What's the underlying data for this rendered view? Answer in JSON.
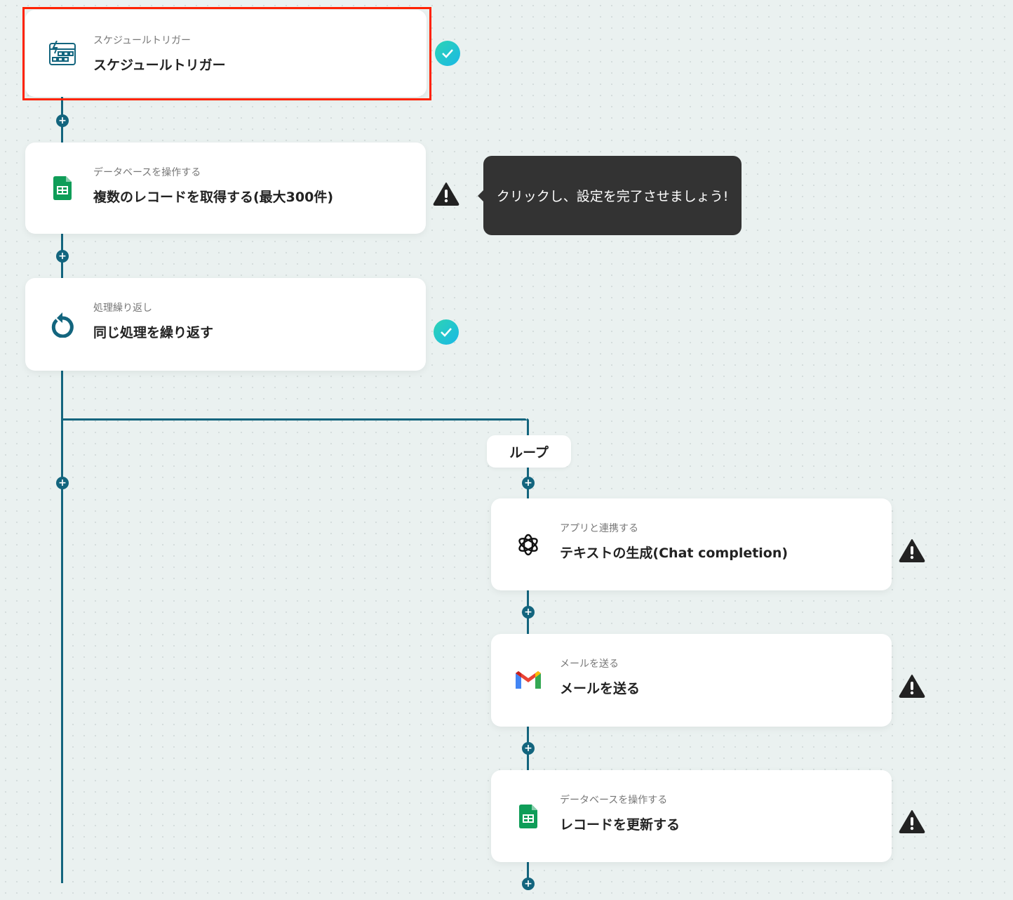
{
  "flow": {
    "steps": [
      {
        "subtitle": "スケジュールトリガー",
        "title": "スケジュールトリガー",
        "icon": "schedule-calendar-icon",
        "status": "complete"
      },
      {
        "subtitle": "データベースを操作する",
        "title": "複数のレコードを取得する(最大300件)",
        "icon": "google-sheets-icon",
        "status": "warning"
      },
      {
        "subtitle": "処理繰り返し",
        "title": "同じ処理を繰り返す",
        "icon": "loop-arrow-icon",
        "status": "complete"
      }
    ],
    "loop_label": "ループ",
    "loop_steps": [
      {
        "subtitle": "アプリと連携する",
        "title": "テキストの生成(Chat completion)",
        "icon": "openai-icon",
        "status": "warning"
      },
      {
        "subtitle": "メールを送る",
        "title": "メールを送る",
        "icon": "gmail-icon",
        "status": "warning"
      },
      {
        "subtitle": "データベースを操作する",
        "title": "レコードを更新する",
        "icon": "google-sheets-icon",
        "status": "warning"
      }
    ],
    "tooltip": "クリックし、設定を完了させましょう!",
    "plus_symbol": "+"
  },
  "colors": {
    "line": "#13657e",
    "selected_border": "#ff2200",
    "tooltip_bg": "#333333",
    "sheets_green": "#0f9d58"
  }
}
